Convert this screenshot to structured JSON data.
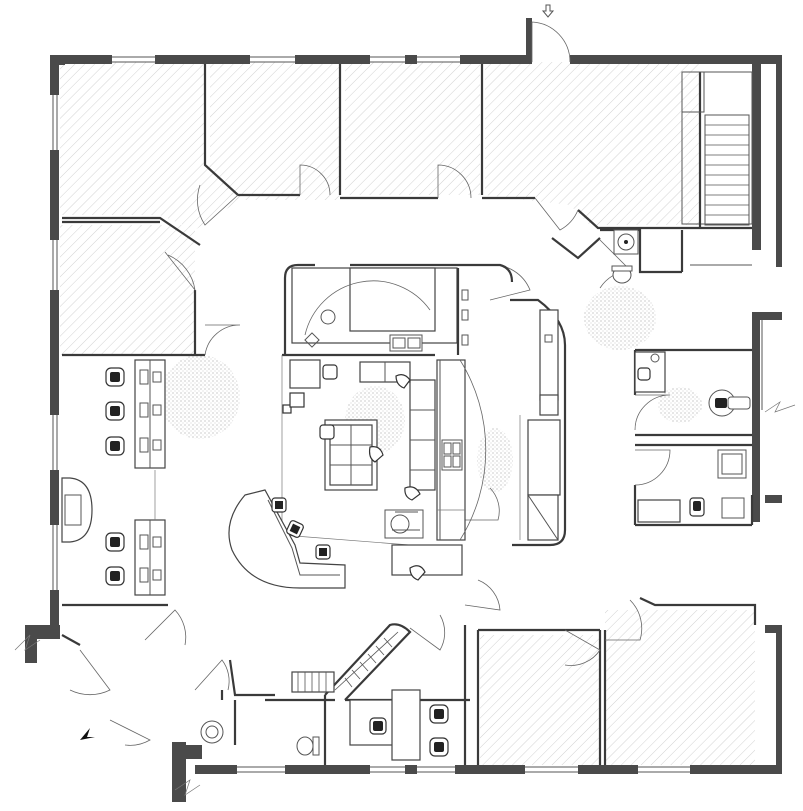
{
  "drawing": {
    "kind": "architectural-floor-plan",
    "symbols": [
      "exterior-wall",
      "interior-wall",
      "door-swing",
      "window",
      "stair",
      "toilet",
      "sink",
      "chair",
      "reception-desk",
      "workstation",
      "entry-arrow"
    ],
    "colors": {
      "wall": "#4a4a4a",
      "room_hatch": "#cfcfcf",
      "stipple": "#bdbdbd",
      "line": "#555555",
      "background": "#ffffff"
    }
  }
}
